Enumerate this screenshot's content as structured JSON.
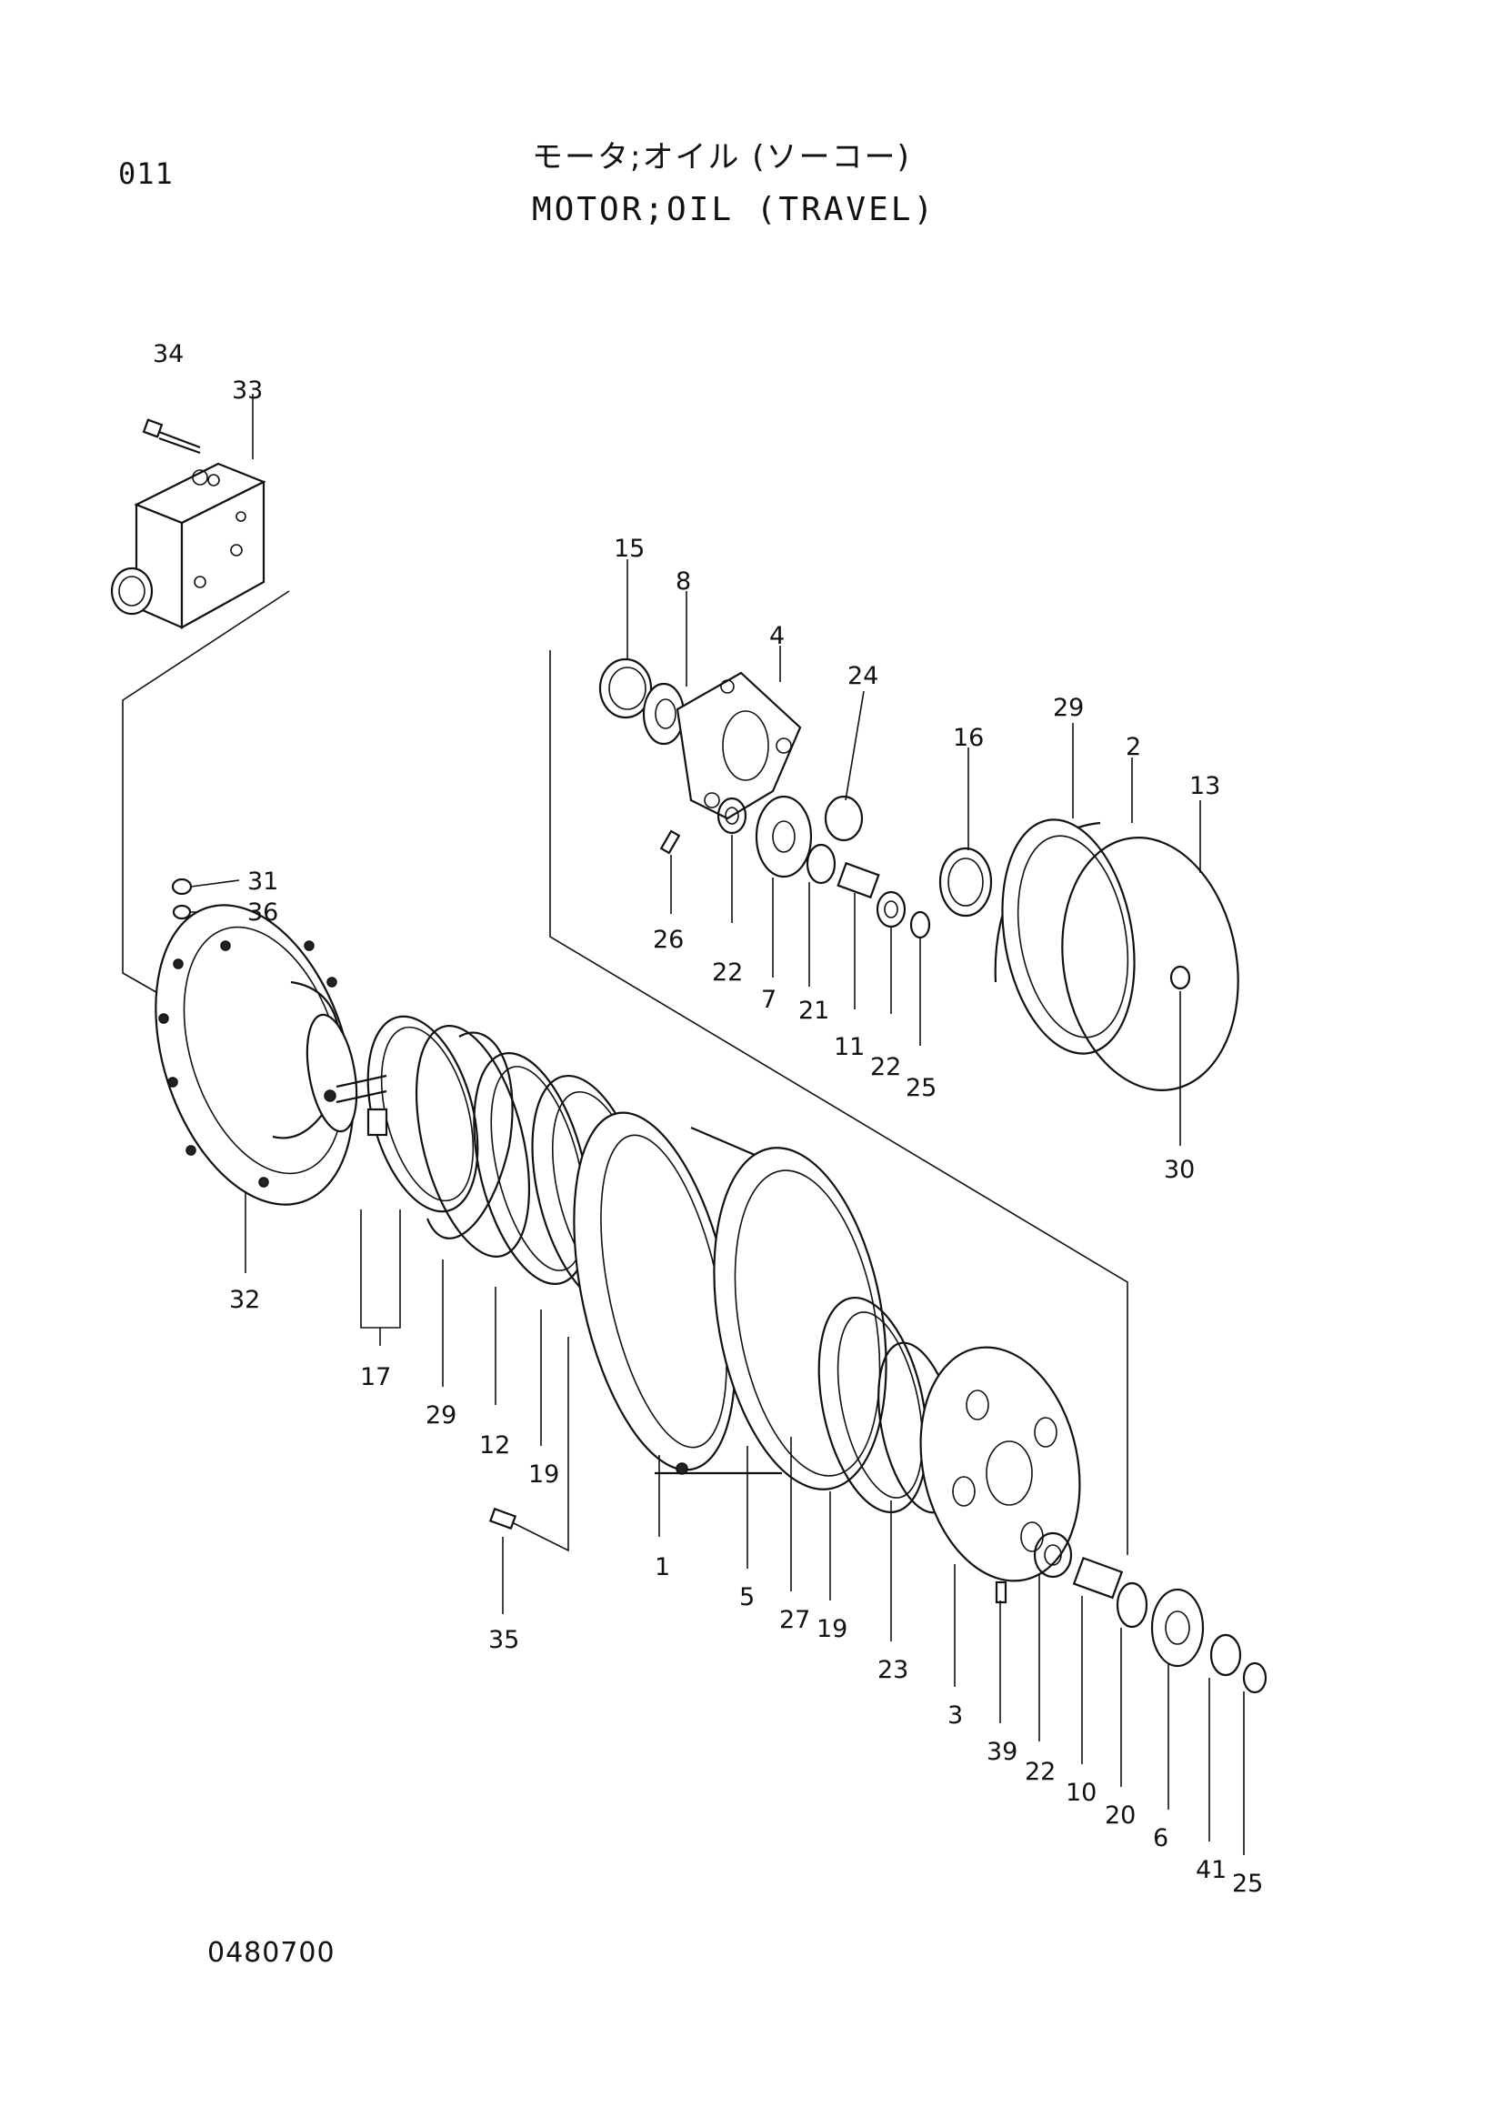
{
  "header": {
    "page_code": "011",
    "title_jp": "モータ;オイル (ソーコー)",
    "title_en": "MOTOR;OIL (TRAVEL)"
  },
  "footer": {
    "drawing_number": "0480700"
  },
  "parts": {
    "p1": "1",
    "p2": "2",
    "p3": "3",
    "p4": "4",
    "p5": "5",
    "p6": "6",
    "p7": "7",
    "p8": "8",
    "p10": "10",
    "p11": "11",
    "p12": "12",
    "p13": "13",
    "p15": "15",
    "p16": "16",
    "p17": "17",
    "p19a": "19",
    "p19b": "19",
    "p20": "20",
    "p21": "21",
    "p22a": "22",
    "p22b": "22",
    "p22c": "22",
    "p23": "23",
    "p24": "24",
    "p25a": "25",
    "p25b": "25",
    "p26": "26",
    "p27": "27",
    "p29a": "29",
    "p29b": "29",
    "p30": "30",
    "p31": "31",
    "p32": "32",
    "p33": "33",
    "p34": "34",
    "p35": "35",
    "p36": "36",
    "p39": "39",
    "p41": "41"
  }
}
